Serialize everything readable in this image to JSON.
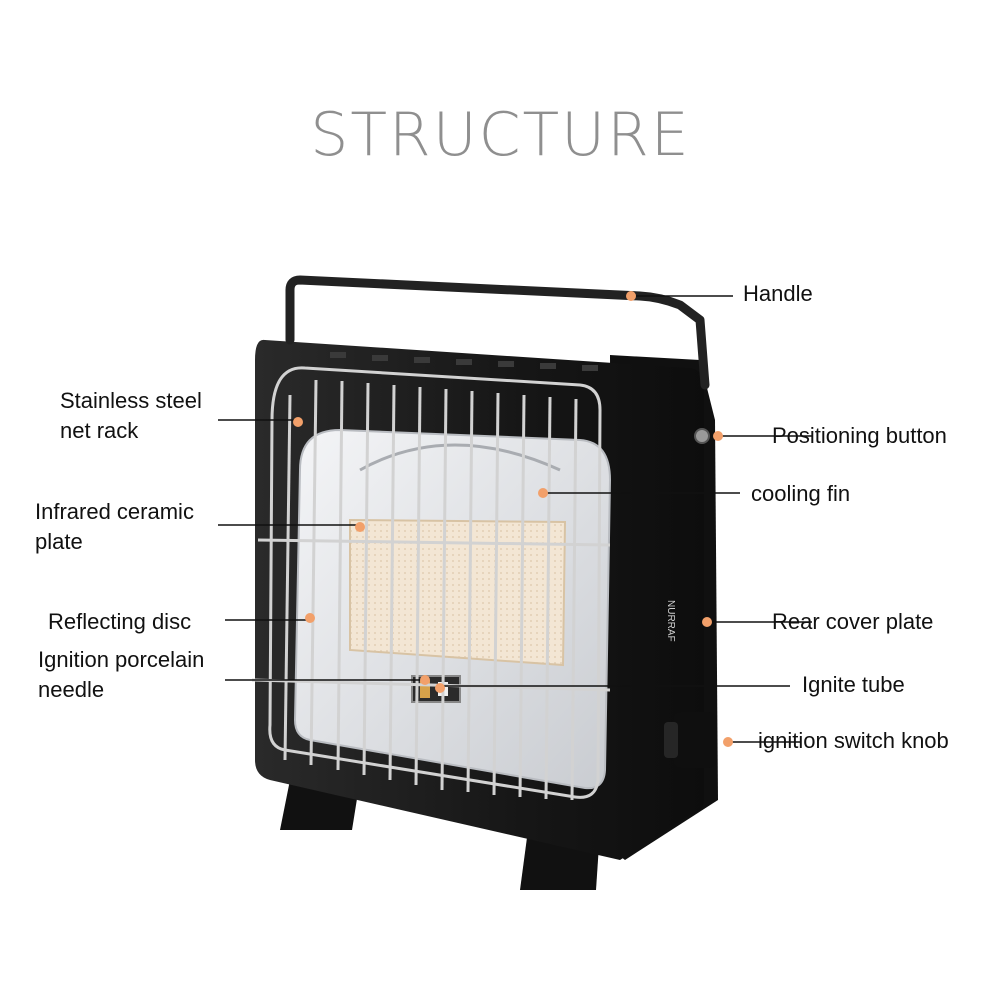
{
  "title": "STRUCTURE",
  "colors": {
    "accent_dot": "#f2a06a",
    "heater_body": "#1c1c1c",
    "grill": "#d9d9d9",
    "ceramic": "#f3e6d4",
    "reflector": "#e7e9ec"
  },
  "product": {
    "brand_side_text": "NURRAF"
  },
  "labels": {
    "handle": "Handle",
    "stainless_steel_net_rack": {
      "line1": "Stainless steel",
      "line2": "net rack"
    },
    "positioning_button": "Positioning button",
    "cooling_fin": "cooling fin",
    "infrared_ceramic_plate": {
      "line1": "Infrared ceramic",
      "line2": "plate"
    },
    "reflecting_disc": "Reflecting disc",
    "rear_cover_plate": "Rear cover plate",
    "ignition_porcelain_needle": {
      "line1": "Ignition porcelain",
      "line2": "needle"
    },
    "ignite_tube": "Ignite tube",
    "ignition_switch_knob": "ignition switch knob"
  }
}
